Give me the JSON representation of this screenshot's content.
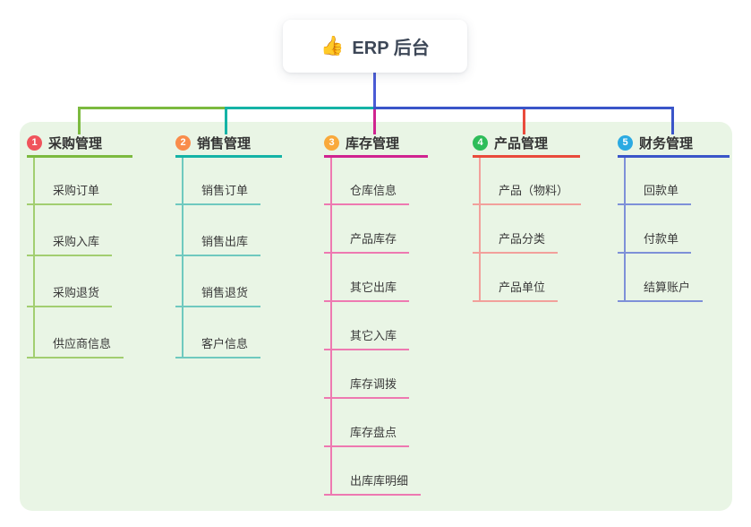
{
  "canvas": {
    "background": "#FFFFFF",
    "panel_background": "#E9F5E5"
  },
  "root": {
    "icon": "👍",
    "title": "ERP 后台",
    "line_color": "#4A5BD5"
  },
  "branches": [
    {
      "badge": "1",
      "label": "采购管理",
      "colors": {
        "badge": "#F0545C",
        "main": "#7CBA3F",
        "light": "#A2CE70"
      },
      "children": [
        "采购订单",
        "采购入库",
        "采购退货",
        "供应商信息"
      ]
    },
    {
      "badge": "2",
      "label": "销售管理",
      "colors": {
        "badge": "#F98C4B",
        "main": "#14B3A6",
        "light": "#6FC9BF"
      },
      "children": [
        "销售订单",
        "销售出库",
        "销售退货",
        "客户信息"
      ]
    },
    {
      "badge": "3",
      "label": "库存管理",
      "colors": {
        "badge": "#F9A93B",
        "main": "#D02490",
        "light": "#EE79B1"
      },
      "children": [
        "仓库信息",
        "产品库存",
        "其它出库",
        "其它入库",
        "库存调拨",
        "库存盘点",
        "出库库明细"
      ]
    },
    {
      "badge": "4",
      "label": "产品管理",
      "colors": {
        "badge": "#2EBD59",
        "main": "#E94B3C",
        "light": "#F2A09B"
      },
      "children": [
        "产品（物料）",
        "产品分类",
        "产品单位"
      ]
    },
    {
      "badge": "5",
      "label": "财务管理",
      "colors": {
        "badge": "#2BAAE2",
        "main": "#3A55C9",
        "light": "#7E90D8"
      },
      "children": [
        "回款单",
        "付款单",
        "结算账户"
      ]
    }
  ]
}
